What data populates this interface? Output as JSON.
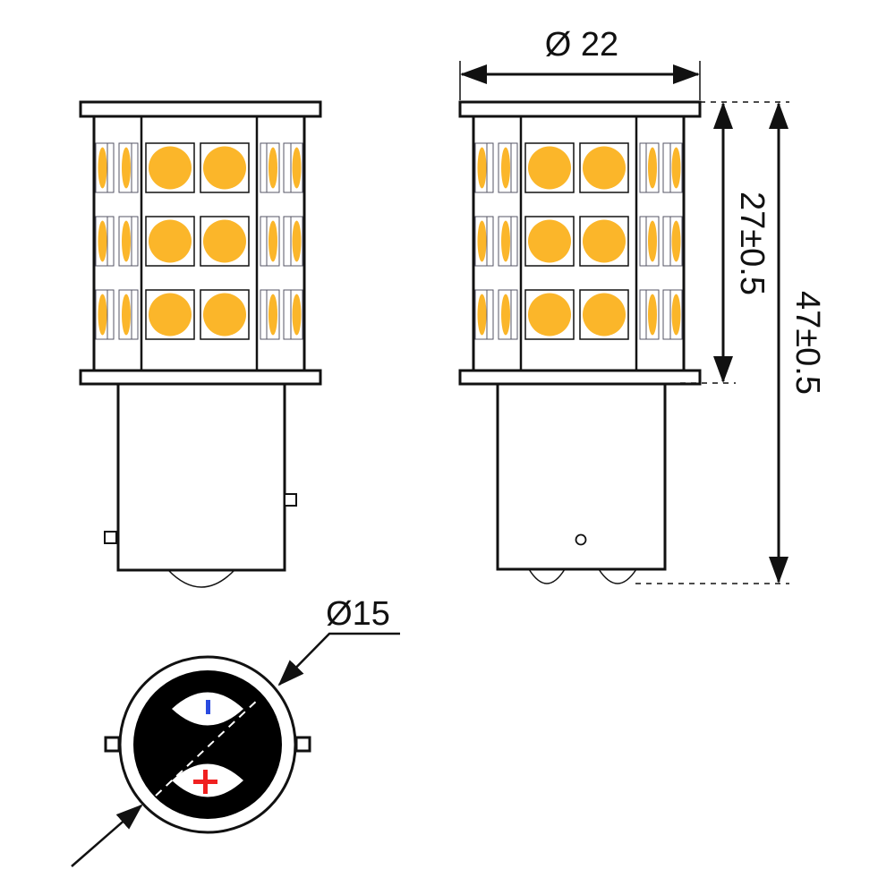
{
  "dimensions": {
    "bulb_diameter": "Ø 22",
    "led_section_height": "27±0.5",
    "total_height": "47±0.5",
    "base_diameter": "Ø15"
  },
  "colors": {
    "led": "#FBB62A",
    "negative_mark": "#2A4BE0",
    "positive_mark": "#F02020",
    "line": "#111111"
  },
  "led_grid": {
    "rows": 3,
    "front_columns": 2,
    "side_columns_each_side": 2
  }
}
